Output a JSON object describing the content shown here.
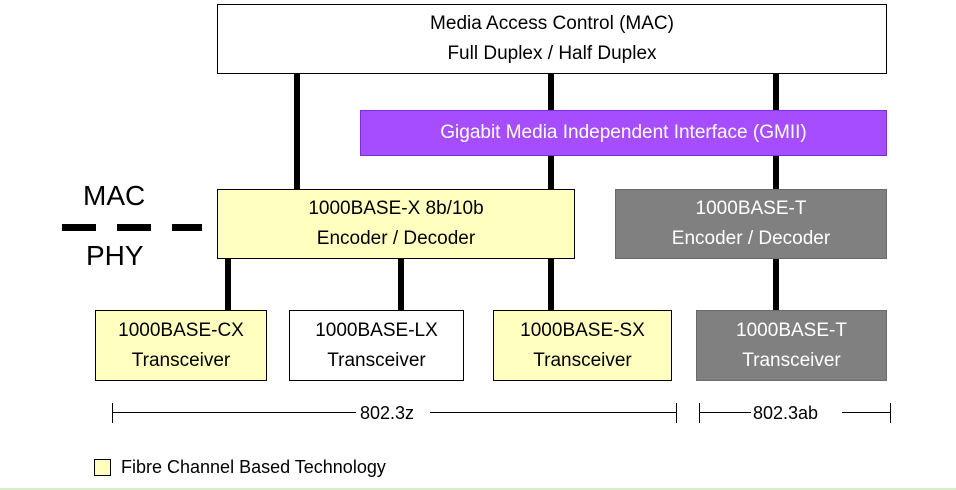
{
  "mac_box": {
    "line1": "Media Access Control (MAC)",
    "line2": "Full Duplex / Half Duplex"
  },
  "gmii_box": {
    "text": "Gigabit Media Independent Interface (GMII)"
  },
  "x_encoder": {
    "line1": "1000BASE-X 8b/10b",
    "line2": "Encoder / Decoder"
  },
  "t_encoder": {
    "line1": "1000BASE-T",
    "line2": "Encoder / Decoder"
  },
  "transceivers": [
    {
      "line1": "1000BASE-CX",
      "line2": "Transceiver"
    },
    {
      "line1": "1000BASE-LX",
      "line2": "Transceiver"
    },
    {
      "line1": "1000BASE-SX",
      "line2": "Transceiver"
    },
    {
      "line1": "1000BASE-T",
      "line2": "Transceiver"
    }
  ],
  "layer_labels": {
    "upper": "MAC",
    "lower": "PHY"
  },
  "standards": {
    "left": "802.3z",
    "right": "802.3ab"
  },
  "legend": {
    "text": "Fibre Channel Based Technology"
  },
  "colors": {
    "fibre_channel": "#ffffc0",
    "gmii": "#a64dff",
    "copper": "#808080"
  }
}
